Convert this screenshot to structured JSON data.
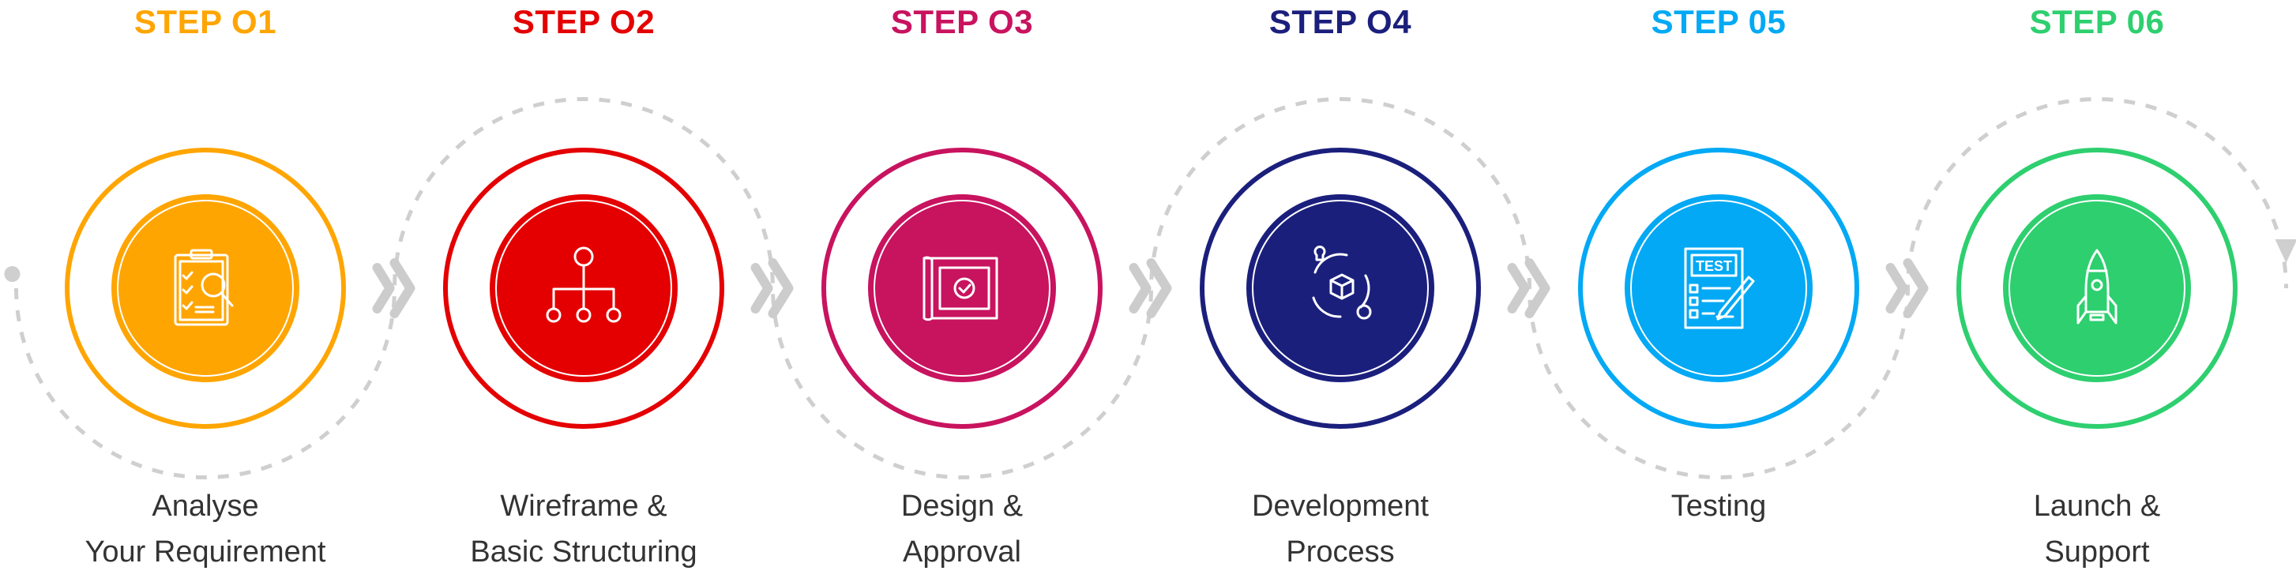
{
  "steps": [
    {
      "title": "STEP O1",
      "line1": "Analyse",
      "line2": "Your Requirement",
      "color": "#FFA502",
      "icon": "clipboard-search-icon"
    },
    {
      "title": "STEP O2",
      "line1": "Wireframe &",
      "line2": "Basic Structuring",
      "color": "#E40000",
      "icon": "hierarchy-icon"
    },
    {
      "title": "STEP O3",
      "line1": "Design &",
      "line2": "Approval",
      "color": "#C8135F",
      "icon": "blueprint-approval-icon"
    },
    {
      "title": "STEP O4",
      "line1": "Development",
      "line2": "Process",
      "color": "#1B1F7C",
      "icon": "development-cycle-icon"
    },
    {
      "title": "STEP 05",
      "line1": "Testing",
      "line2": "",
      "color": "#03A9F4",
      "icon": "test-sheet-icon"
    },
    {
      "title": "STEP 06",
      "line1": "Launch &",
      "line2": "Support",
      "color": "#2ECF6F",
      "icon": "rocket-icon"
    }
  ]
}
